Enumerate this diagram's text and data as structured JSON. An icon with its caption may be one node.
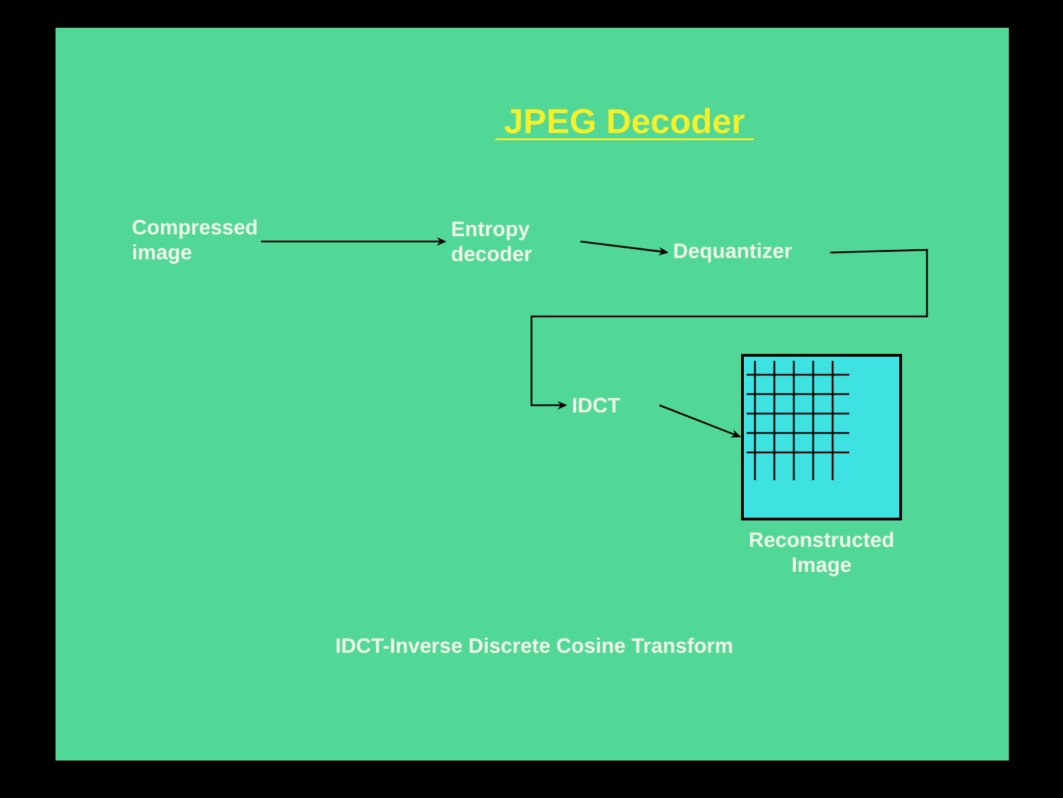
{
  "diagram": {
    "title": "JPEG Decoder",
    "nodes": [
      {
        "text": [
          "Compressed image"
        ]
      },
      {
        "text": [
          "Entropy decoder"
        ]
      },
      {
        "text": [
          "Dequantizer"
        ]
      },
      {
        "text": [
          "IDCT"
        ]
      },
      {
        "text": [],
        "shape": "picture",
        "beside": [
          "Reconstructed Image"
        ]
      }
    ],
    "edges": [
      {
        "from": 0,
        "to": 1,
        "arrow": "to"
      },
      {
        "from": 1,
        "to": 2,
        "arrow": "to"
      },
      {
        "from": 2,
        "to": 3,
        "arrow": "to"
      },
      {
        "from": 3,
        "to": 4,
        "arrow": "to"
      }
    ],
    "labels": [
      "IDCT-Inverse Discrete Cosine Transform"
    ]
  }
}
